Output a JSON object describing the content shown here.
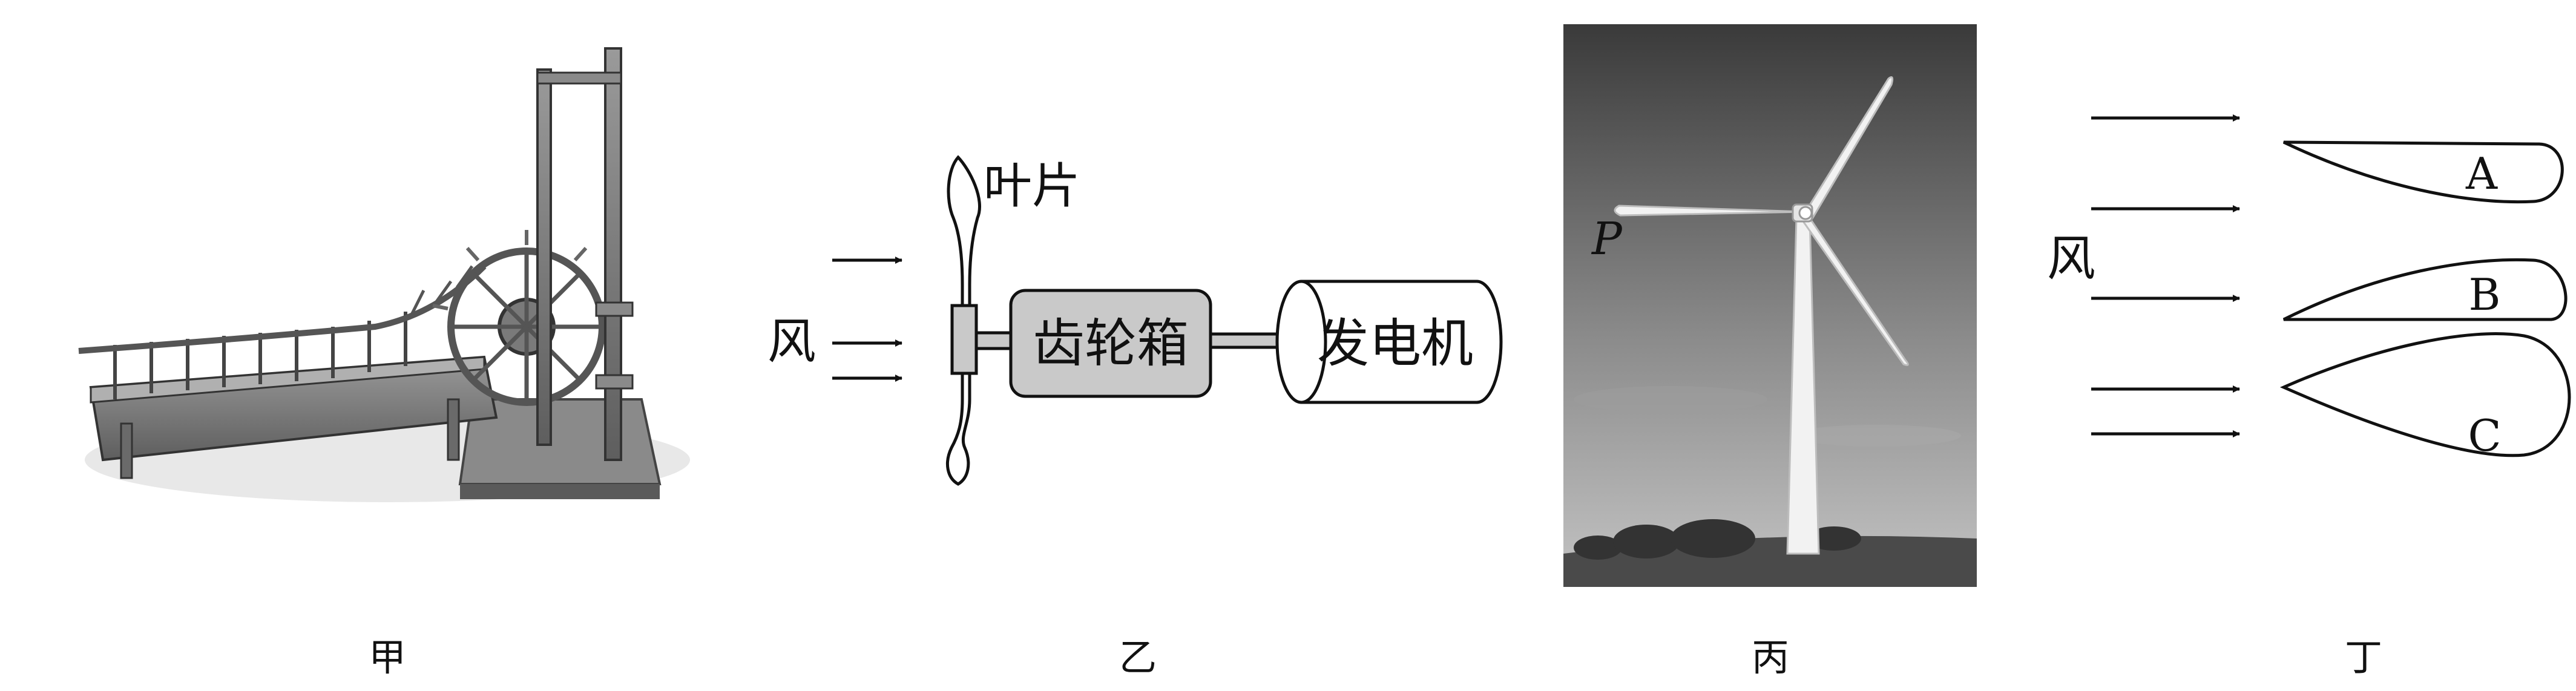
{
  "panels": {
    "jia": {
      "caption": "甲"
    },
    "yi": {
      "caption": "乙",
      "wind_label": "风",
      "blade_label": "叶片",
      "gearbox_label": "齿轮箱",
      "generator_label": "发电机"
    },
    "bing": {
      "caption": "丙",
      "point_label": "P"
    },
    "ding": {
      "caption": "丁",
      "wind_label": "风",
      "profile_a": "A",
      "profile_b": "B",
      "profile_c": "C"
    }
  },
  "colors": {
    "line": "#111111",
    "gearbox_fill": "#c9c9c9",
    "photo_sky_top": "#3f3f3f",
    "photo_sky_bottom": "#b9b9b9",
    "ground": "#4a4a4a",
    "turbine": "#f2f2f2",
    "wood": "#7a7a7a"
  }
}
